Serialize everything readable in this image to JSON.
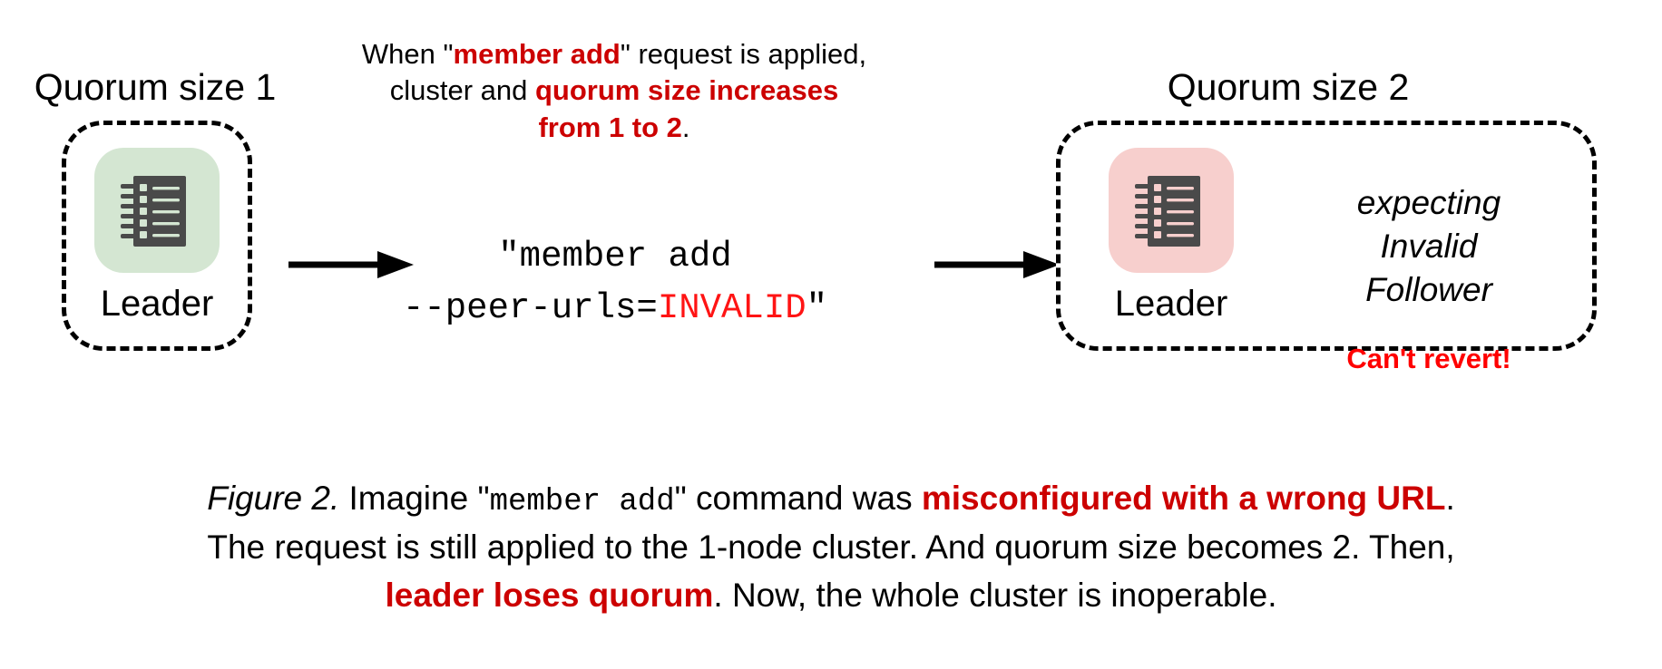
{
  "figure": {
    "left_panel": {
      "heading": "Quorum size 1",
      "node": {
        "label": "Leader",
        "icon": "server-ledger-icon",
        "tile_color": "#d4e6d2",
        "glyph_color": "#4a4a4a"
      }
    },
    "right_panel": {
      "heading": "Quorum size 2",
      "node": {
        "label": "Leader",
        "icon": "server-ledger-icon",
        "tile_color": "#f7cfcd",
        "glyph_color": "#4a4a4a"
      },
      "status": {
        "line1": "expecting",
        "line2": "Invalid",
        "line3": "Follower",
        "alert": "Can't revert!",
        "alert_color": "#ff0000"
      }
    },
    "top_note": {
      "line1_pre": "When \"",
      "line1_em": "member add",
      "line1_post": "\" request is applied,",
      "line2_pre": "cluster and ",
      "line2_em": "quorum size increases",
      "line3_em": "from 1 to 2",
      "line3_post": ".",
      "emphasis_color": "#cc0000"
    },
    "command": {
      "line1": "\"member add",
      "line2_pre": "--peer-urls=",
      "line2_value": "INVALID",
      "line2_post": "\"",
      "value_color": "#ff1414"
    },
    "arrows": {
      "left_arrow": "arrow-right-icon",
      "right_arrow": "arrow-right-icon"
    },
    "caption": {
      "label": "Figure 2.",
      "seg1": " Imagine \"",
      "seg2_mono": "member add",
      "seg3": "\" command was ",
      "seg4_em": "misconfigured with a wrong URL",
      "seg5": ".",
      "seg6": "The request is still applied to the 1-node cluster. And quorum size becomes 2. Then,",
      "seg7_em": "leader loses quorum",
      "seg8": ". Now, the whole cluster is inoperable.",
      "emphasis_color": "#cc0000"
    }
  }
}
